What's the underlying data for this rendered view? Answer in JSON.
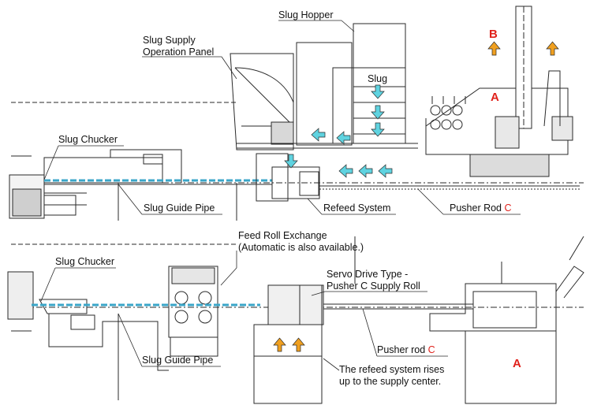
{
  "labels": {
    "slug_hopper": "Slug Hopper",
    "slug_supply_panel_1": "Slug Supply",
    "slug_supply_panel_2": "Operation Panel",
    "slug": "Slug",
    "slug_chucker_top": "Slug Chucker",
    "slug_guide_pipe_top": "Slug Guide Pipe",
    "refeed_system": "Refeed System",
    "pusher_rod_top": "Pusher Rod ",
    "pusher_rod_top_letter": "C",
    "marker_b": "B",
    "marker_a_top": "A",
    "feed_roll_1": "Feed Roll Exchange",
    "feed_roll_2": "(Automatic is also available.)",
    "slug_chucker_bottom": "Slug Chucker",
    "servo_1": "Servo Drive Type -",
    "servo_2": "Pusher C Supply Roll",
    "slug_guide_pipe_bottom": "Slug Guide Pipe",
    "pusher_rod_bottom": "Pusher rod ",
    "pusher_rod_bottom_letter": "C",
    "marker_a_bottom": "A",
    "refeed_note_1": "The refeed system rises",
    "refeed_note_2": "up to the supply center."
  },
  "colors": {
    "line": "#2a2a2a",
    "arrow_cyan": "#5fd3e0",
    "arrow_orange": "#f0a020",
    "accent_red": "#e0211b",
    "pipe": "#3aa6c8"
  }
}
